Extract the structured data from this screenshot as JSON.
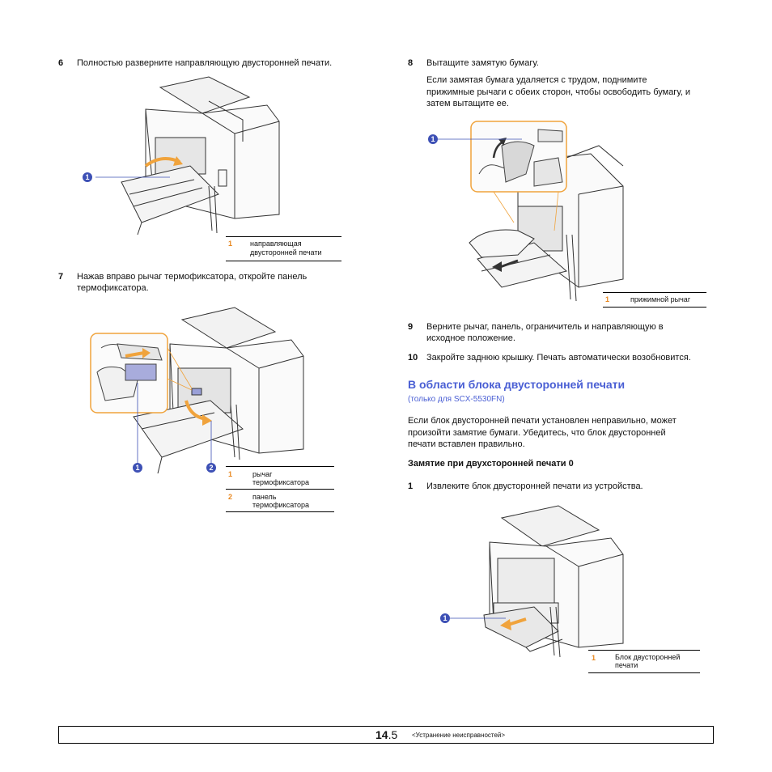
{
  "steps": {
    "s6": {
      "num": "6",
      "text": "Полностью разверните направляющую двусторонней печати."
    },
    "s7": {
      "num": "7",
      "line1": "Нажав вправо рычаг термофиксатора, откройте панель",
      "line2": "термофиксатора."
    },
    "s8": {
      "num": "8",
      "text": "Вытащите замятую бумагу."
    },
    "s8_note": {
      "line1": "Если замятая бумага удаляется с трудом, поднимите",
      "line2": "прижимные рычаги с обеих сторон, чтобы освободить бумагу, и",
      "line3": "затем вытащите ее."
    },
    "s9": {
      "num": "9",
      "line1": "Верните рычаг, панель, ограничитель и направляющую в",
      "line2": "исходное положение."
    },
    "s10": {
      "num": "10",
      "text": "Закройте заднюю крышку. Печать автоматически возобновится."
    },
    "d1": {
      "num": "1",
      "text": "Извлеките блок двусторонней печати из устройства."
    }
  },
  "captions": {
    "fig6": [
      {
        "num": "1",
        "line1": "направляющая",
        "line2": "двусторонней печати"
      }
    ],
    "fig7": [
      {
        "num": "1",
        "line1": "рычаг",
        "line2": "термофиксатора"
      },
      {
        "num": "2",
        "line1": "панель",
        "line2": "термофиксатора"
      }
    ],
    "fig8": [
      {
        "num": "1",
        "line1": "прижимной рычаг"
      }
    ],
    "figd1": [
      {
        "num": "1",
        "line1": "Блок двусторонней",
        "line2": "печати"
      }
    ]
  },
  "callouts": {
    "one": "1",
    "two": "2"
  },
  "section": {
    "title": "В области блока двусторонней печати",
    "subtitle": "(только для SCX-5530FN)",
    "intro_line1": "Если блок двусторонней печати установлен неправильно, может",
    "intro_line2": "произойти замятие бумаги. Убедитесь, что блок двусторонней",
    "intro_line3": "печати вставлен правильно.",
    "subheading": "Замятие при двухсторонней печати 0"
  },
  "footer": {
    "page_major": "14",
    "page_minor": ".5",
    "section": "<Устранение неисправностей>"
  },
  "colors": {
    "accent": "#4a5fd4",
    "callout": "#3d50b5",
    "caption_num": "#e8871e",
    "highlight": "#f0a33c"
  }
}
